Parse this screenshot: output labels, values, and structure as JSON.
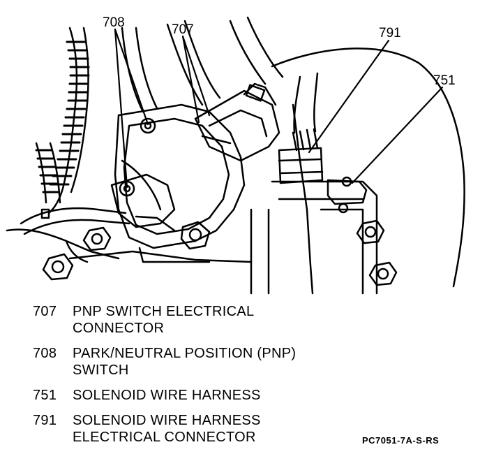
{
  "diagram": {
    "callouts": [
      {
        "id": "708",
        "label": "708"
      },
      {
        "id": "707",
        "label": "707"
      },
      {
        "id": "791",
        "label": "791"
      },
      {
        "id": "751",
        "label": "751"
      }
    ]
  },
  "legend": [
    {
      "number": "707",
      "text": "PNP SWITCH ELECTRICAL\nCONNECTOR"
    },
    {
      "number": "708",
      "text": "PARK/NEUTRAL POSITION (PNP)\nSWITCH"
    },
    {
      "number": "751",
      "text": "SOLENOID WIRE HARNESS"
    },
    {
      "number": "791",
      "text": "SOLENOID WIRE HARNESS\nELECTRICAL CONNECTOR"
    }
  ],
  "figure_code": "PC7051-7A-S-RS"
}
